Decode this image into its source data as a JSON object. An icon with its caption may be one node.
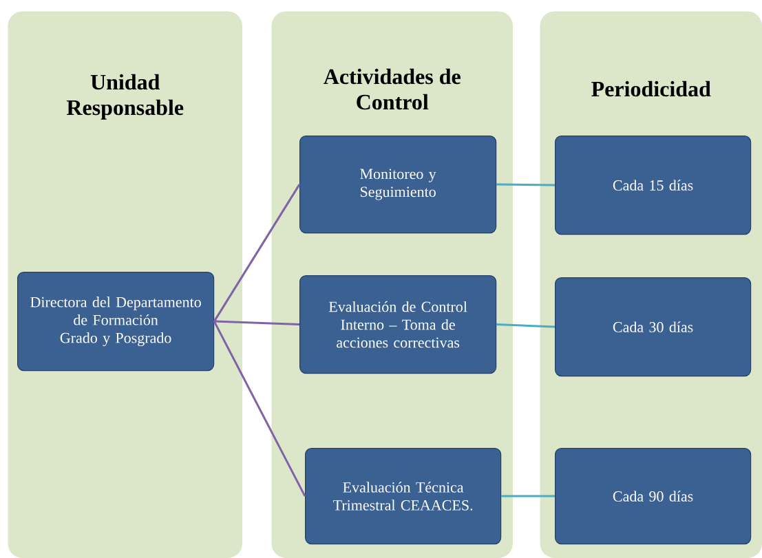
{
  "diagram": {
    "nodes": [
      {
        "text": [
          "Unidad Responsable"
        ]
      },
      {
        "text": [
          "Actividades de Control"
        ]
      },
      {
        "text": [
          "Periodicidad"
        ]
      },
      {
        "text": [
          "Directora del Departamento de Formación Grado y Posgrado"
        ],
        "in": 0
      },
      {
        "text": [
          "Monitoreo y Seguimiento"
        ],
        "in": 1
      },
      {
        "text": [
          "Evaluación de Control Interno – Toma de acciones correctivas"
        ],
        "in": 1
      },
      {
        "text": [
          "Evaluación Técnica Trimestral CEAACES."
        ],
        "in": 1
      },
      {
        "text": [
          "Cada 15 días"
        ],
        "in": 2
      },
      {
        "text": [
          "Cada 30 días"
        ],
        "in": 2
      },
      {
        "text": [
          "Cada 90 días"
        ],
        "in": 2
      }
    ],
    "edges": [
      {
        "from": 3,
        "to": 4,
        "arrow": "none",
        "color": "#7f62a8"
      },
      {
        "from": 3,
        "to": 5,
        "arrow": "none",
        "color": "#7f62a8"
      },
      {
        "from": 3,
        "to": 6,
        "arrow": "none",
        "color": "#7f62a8"
      },
      {
        "from": 4,
        "to": 7,
        "arrow": "none",
        "color": "#4bacc6"
      },
      {
        "from": 5,
        "to": 8,
        "arrow": "none",
        "color": "#4bacc6"
      },
      {
        "from": 6,
        "to": 9,
        "arrow": "none",
        "color": "#4bacc6"
      }
    ]
  }
}
